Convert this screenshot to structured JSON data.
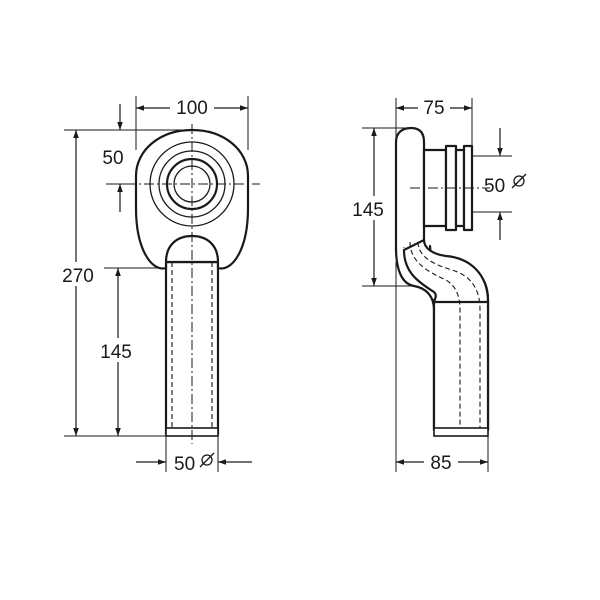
{
  "front_view": {
    "width_label": "100",
    "socket_offset_label": "50",
    "total_height_label": "270",
    "outlet_height_label": "145",
    "outlet_diameter_label": "50",
    "diameter_symbol": "ø"
  },
  "side_view": {
    "depth_label": "75",
    "height_label": "145",
    "inlet_diameter_label": "50",
    "base_depth_label": "85",
    "diameter_symbol": "ø"
  },
  "colors": {
    "line": "#1a1a1a",
    "background": "#ffffff"
  }
}
